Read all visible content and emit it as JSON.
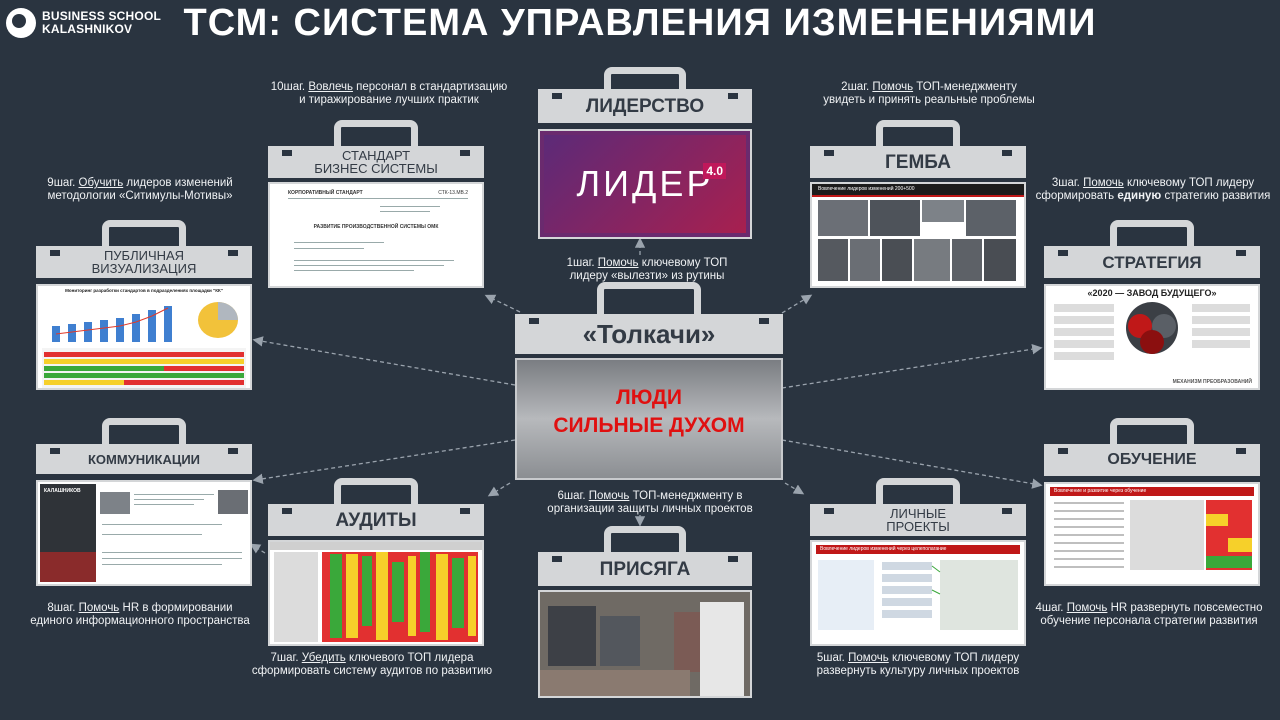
{
  "logo": {
    "line1": "BUSINESS SCHOOL",
    "line2": "KALASHNIKOV"
  },
  "title": "ТСМ: СИСТЕМА УПРАВЛЕНИЯ ИЗМЕНЕНИЯМИ",
  "center": {
    "label": "«Толкачи»",
    "image_line1": "ЛЮДИ",
    "image_line2": "СИЛЬНЫЕ ДУХОМ"
  },
  "cases": {
    "leadership": {
      "label": "ЛИДЕРСТВО",
      "logo_text": "ЛИДЕР",
      "logo_version": "4.0"
    },
    "standard": {
      "label_line1": "СТАНДАРТ",
      "label_line2": "БИЗНЕС СИСТЕМЫ",
      "doc_header": "КОРПОРАТИВНЫЙ СТАНДАРТ",
      "doc_code": "СТК-13.МВ.2",
      "doc_title": "РАЗВИТИЕ ПРОИЗВОДСТВЕННОЙ СИСТЕМЫ ОМК"
    },
    "gemba": {
      "label": "ГЕМБА",
      "banner": "Вовлечение лидеров изменений 200+500"
    },
    "visualization": {
      "label_line1": "ПУБЛИЧНАЯ",
      "label_line2": "ВИЗУАЛИЗАЦИЯ",
      "chart_title": "Мониторинг разработки стандартов в подразделениях площадки \"КК\""
    },
    "strategy": {
      "label": "СТРАТЕГИЯ",
      "banner": "«2020 — ЗАВОД БУДУЩЕГО»",
      "footer": "МЕХАНИЗМ ПРЕОБРАЗОВАНИЙ"
    },
    "communications": {
      "label": "КОММУНИКАЦИИ",
      "site_name": "КАЛАШНИКОВ"
    },
    "training": {
      "label": "ОБУЧЕНИЕ",
      "banner": "Вовлечение и развитие через обучение"
    },
    "audits": {
      "label": "АУДИТЫ"
    },
    "oath": {
      "label": "ПРИСЯГА"
    },
    "projects": {
      "label_line1": "ЛИЧНЫЕ",
      "label_line2": "ПРОЕКТЫ",
      "banner": "Вовлечение лидеров изменений через целеполагание"
    }
  },
  "steps": {
    "s1": {
      "verb": "Помочь",
      "pre": "1шаг. ",
      "post": " ключевому ТОП",
      "line2": "лидеру «вылезти» из рутины"
    },
    "s2": {
      "verb": "Помочь",
      "pre": "2шаг. ",
      "post": " ТОП-менеджменту",
      "line2": "увидеть и принять реальные проблемы"
    },
    "s3": {
      "verb": "Помочь",
      "pre": "3шаг. ",
      "post": " ключевому ТОП лидеру",
      "line2_pre": "сформировать ",
      "line2_bold": "единую",
      "line2_post": " стратегию развития"
    },
    "s4": {
      "verb": "Помочь",
      "pre": "4шаг. ",
      "post": " HR развернуть повсеместно",
      "line2": "обучение персонала стратегии развития"
    },
    "s5": {
      "verb": "Помочь",
      "pre": "5шаг. ",
      "post": " ключевому ТОП лидеру",
      "line2": "развернуть культуру личных проектов"
    },
    "s6": {
      "verb": "Помочь",
      "pre": "6шаг. ",
      "post": " ТОП-менеджменту в",
      "line2": "организации защиты личных проектов"
    },
    "s7": {
      "verb": "Убедить",
      "pre": "7шаг. ",
      "post": " ключевого ТОП лидера",
      "line2": "сформировать систему аудитов по развитию"
    },
    "s8": {
      "verb": "Помочь",
      "pre": "8шаг. ",
      "post": " HR в формировании",
      "line2": "единого информационного пространства"
    },
    "s9": {
      "verb": "Обучить",
      "pre": "9шаг. ",
      "post": " лидеров изменений",
      "line2": "методологии «Ситимулы-Мотивы»"
    },
    "s10": {
      "verb": "Вовлечь",
      "pre": "10шаг. ",
      "post": " персонал в стандартизацию",
      "line2": "и тиражирование лучших практик"
    }
  },
  "colors": {
    "background": "#2a3440",
    "case_grey": "#d4d6d8",
    "accent_red": "#e01010"
  }
}
